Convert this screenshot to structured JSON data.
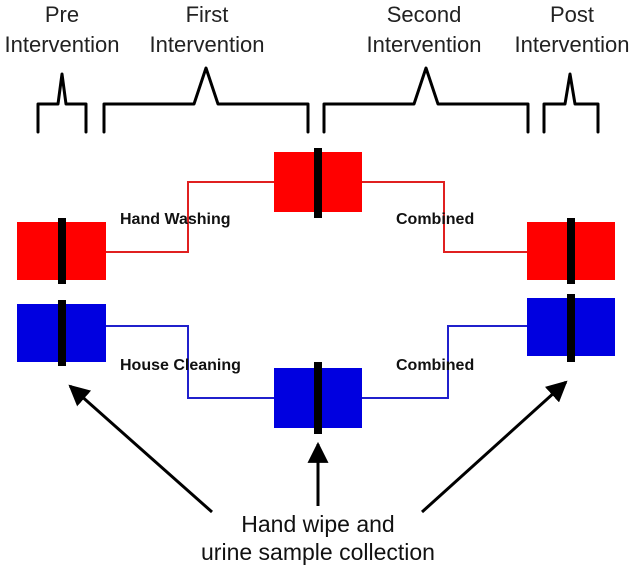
{
  "phases": [
    {
      "line1": "Pre",
      "line2": "Intervention"
    },
    {
      "line1": "First",
      "line2": "Intervention"
    },
    {
      "line1": "Second",
      "line2": "Intervention"
    },
    {
      "line1": "Post",
      "line2": "Intervention"
    }
  ],
  "paths": {
    "red": {
      "color": "#ff0000",
      "line_color": "#e02020",
      "first_label": "Hand Washing",
      "second_label": "Combined"
    },
    "blue": {
      "color": "#0000e0",
      "line_color": "#2020cc",
      "first_label": "House Cleaning",
      "second_label": "Combined"
    }
  },
  "caption": {
    "line1": "Hand wipe and",
    "line2": "urine sample collection"
  }
}
